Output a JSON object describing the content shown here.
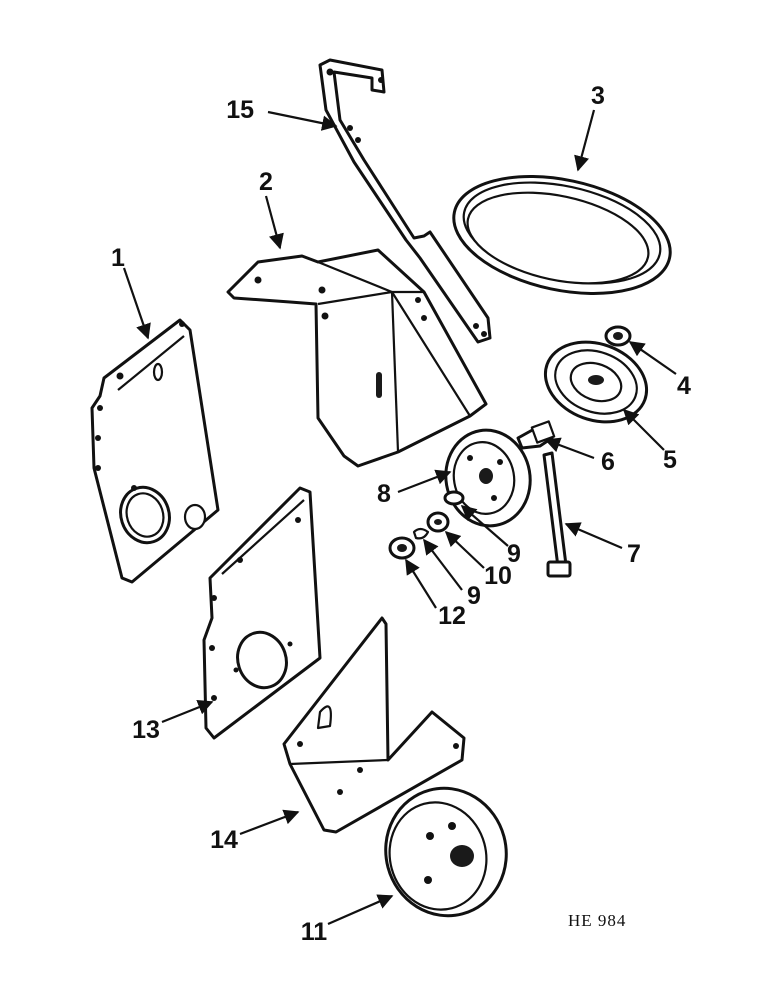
{
  "callouts": [
    {
      "number": "1"
    },
    {
      "number": "2"
    },
    {
      "number": "3"
    },
    {
      "number": "4"
    },
    {
      "number": "5"
    },
    {
      "number": "6"
    },
    {
      "number": "7"
    },
    {
      "number": "8"
    },
    {
      "number": "9"
    },
    {
      "number": "9"
    },
    {
      "number": "10"
    },
    {
      "number": "11"
    },
    {
      "number": "12"
    },
    {
      "number": "13"
    },
    {
      "number": "14"
    },
    {
      "number": "15"
    }
  ],
  "reference_code": "HE 984",
  "colors": {
    "ink": "#111111",
    "paper": "#ffffff"
  }
}
